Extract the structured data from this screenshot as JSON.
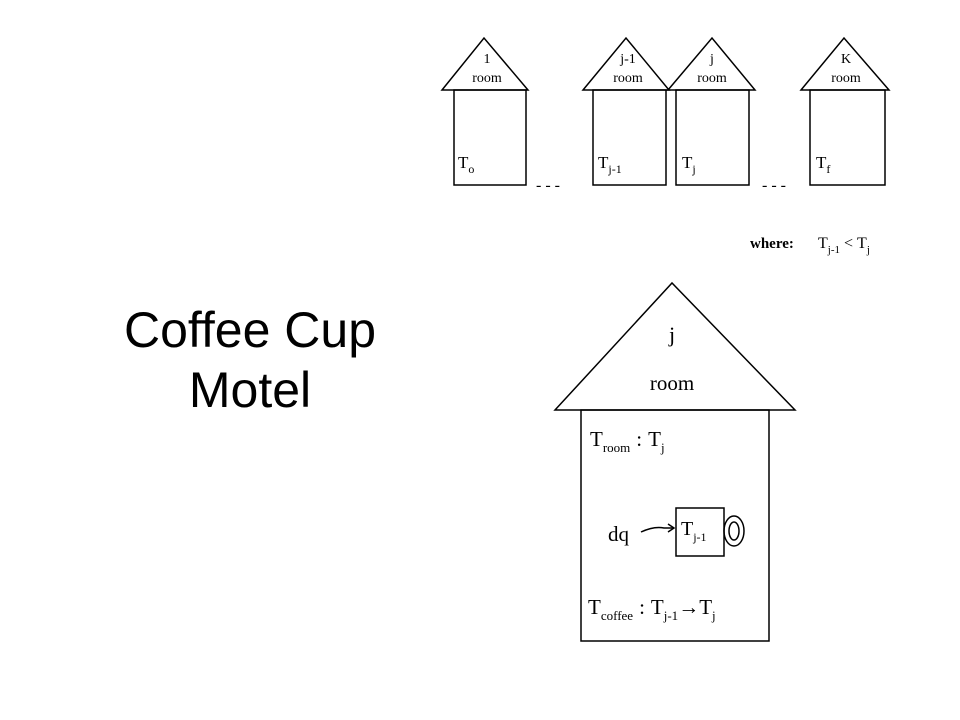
{
  "slide": {
    "title_line1": "Coffee Cup",
    "title_line2": "Motel"
  },
  "street": {
    "houses": [
      {
        "number": "1",
        "roof_label": "room",
        "temp_base": "T",
        "temp_sub": "o"
      },
      {
        "number": "j-1",
        "roof_label": "room",
        "temp_base": "T",
        "temp_sub": "j-1"
      },
      {
        "number": "j",
        "roof_label": "room",
        "temp_base": "T",
        "temp_sub": "j"
      },
      {
        "number": "K",
        "roof_label": "room",
        "temp_base": "T",
        "temp_sub": "f"
      }
    ],
    "gap_marks": [
      "- - -",
      "- - -"
    ]
  },
  "condition": {
    "prefix": "where:",
    "lhs_base": "T",
    "lhs_sub": "j-1",
    "operator": "<",
    "rhs_base": "T",
    "rhs_sub": "j"
  },
  "detail_house": {
    "number": "j",
    "roof_label": "room",
    "room_temp": {
      "base": "T",
      "sub": "room",
      "sep": ":",
      "value_base": "T",
      "value_sub": "j"
    },
    "heat_flow_label": "dq",
    "cup": {
      "base": "T",
      "sub": "j-1"
    },
    "coffee_temp": {
      "base": "T",
      "sub": "coffee",
      "sep": ":",
      "from_base": "T",
      "from_sub": "j-1",
      "arrow": "→",
      "to_base": "T",
      "to_sub": "j"
    }
  },
  "colors": {
    "line": "#000000",
    "background": "#ffffff"
  }
}
